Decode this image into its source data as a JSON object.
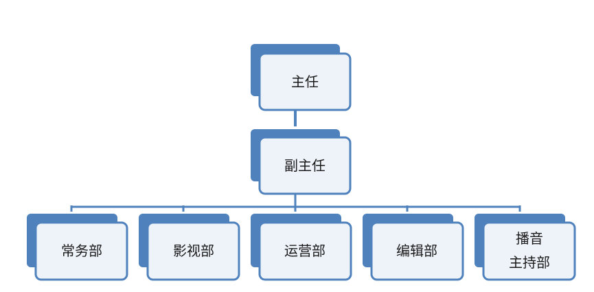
{
  "org_chart": {
    "root": {
      "label": "主任"
    },
    "deputy": {
      "label": "副主任"
    },
    "departments": [
      {
        "lines": [
          "常务部"
        ]
      },
      {
        "lines": [
          "影视部"
        ]
      },
      {
        "lines": [
          "运营部"
        ]
      },
      {
        "lines": [
          "编辑部"
        ]
      },
      {
        "lines": [
          "播音",
          "主持部"
        ]
      }
    ]
  },
  "colors": {
    "shadow_fill": "#4f81bd",
    "box_fill": "#eef2f9",
    "box_border": "#4f81bd",
    "connector": "#4f81bd",
    "text": "#1a1a1a"
  }
}
